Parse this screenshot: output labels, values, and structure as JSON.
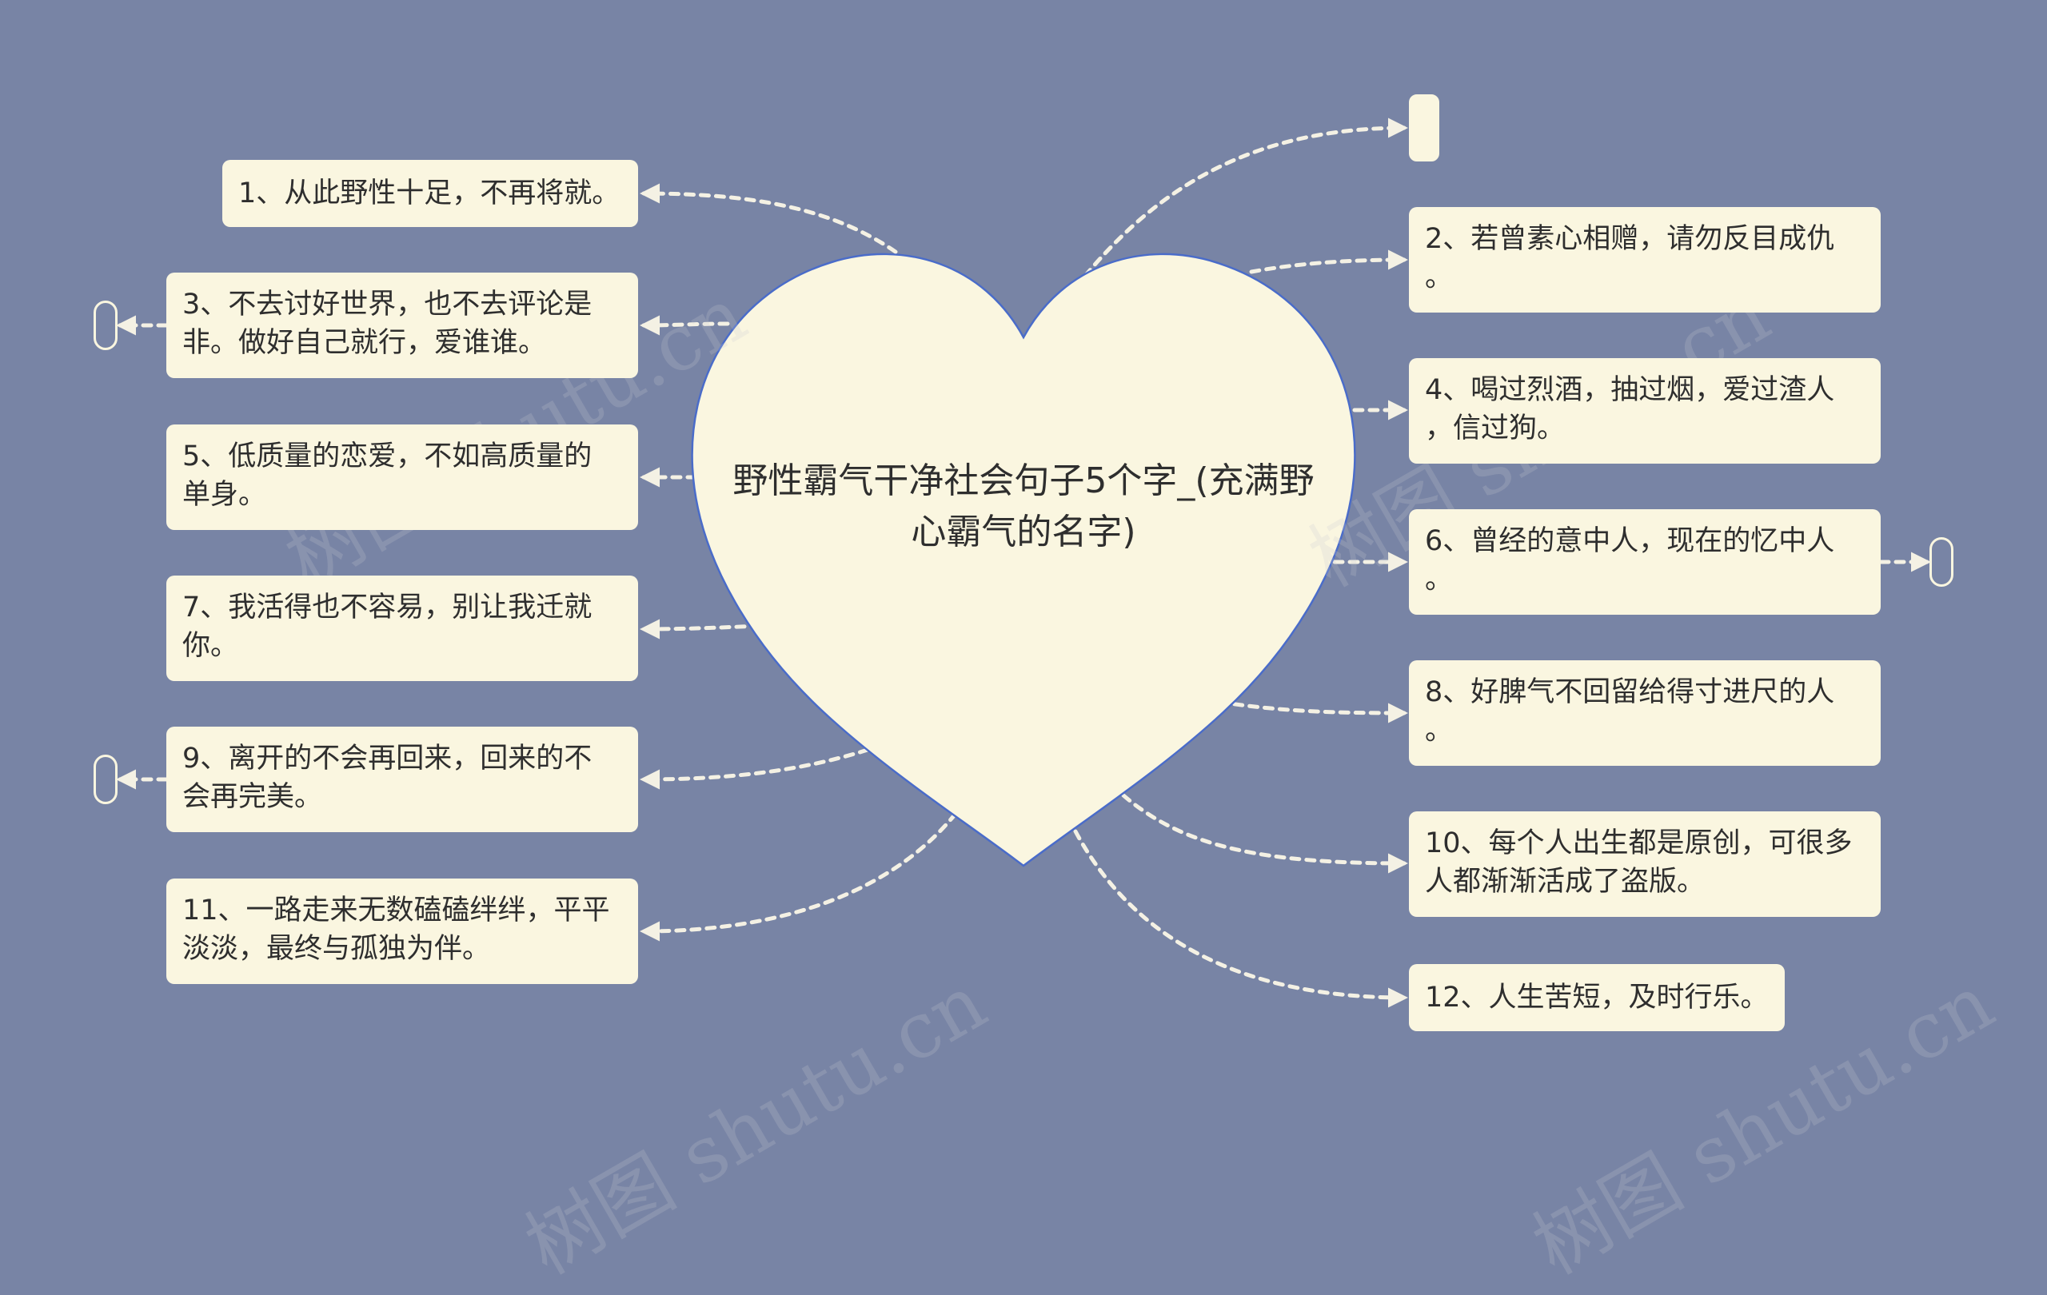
{
  "center": {
    "title": "野性霸气干净社会句子5个字_(充满野心霸气的名字)"
  },
  "left_items": [
    "1、从此野性十足，不再将就。",
    "3、不去讨好世界，也不去评论是\n非。做好自己就行，爱谁谁。",
    "5、低质量的恋爱，不如高质量的\n单身。",
    "7、我活得也不容易，别让我迁就\n你。",
    "9、离开的不会再回来，回来的不\n会再完美。",
    "11、一路走来无数磕磕绊绊，平平\n淡淡，最终与孤独为伴。"
  ],
  "right_items": [
    "2、若曾素心相赠，请勿反目成仇\n。",
    "4、喝过烈酒，抽过烟，爱过渣人\n，信过狗。",
    "6、曾经的意中人，现在的忆中人\n。",
    "8、好脾气不回留给得寸进尺的人\n。",
    "10、每个人出生都是原创，可很多\n人都渐渐活成了盗版。",
    "12、人生苦短，及时行乐。"
  ],
  "watermark": "树图 shutu.cn",
  "colors": {
    "background": "#7884a5",
    "node_fill": "#faf6e0",
    "heart_stroke": "#4a6cc9",
    "connector": "#f4f1e4"
  }
}
